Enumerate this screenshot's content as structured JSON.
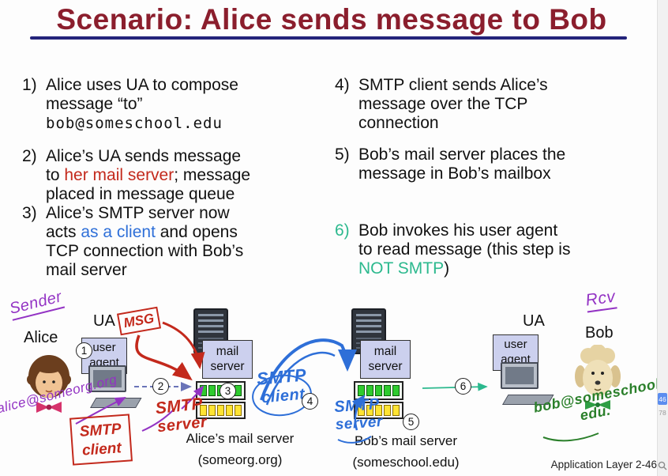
{
  "title": "Scenario: Alice sends message to Bob",
  "steps": {
    "s1": {
      "num": "1)",
      "l1": "Alice uses UA to compose",
      "l2": "message “to”",
      "l3": "bob@someschool.edu"
    },
    "s2": {
      "num": "2)",
      "l1": "Alice’s UA sends message",
      "l2a": "to ",
      "l2b": "her mail server",
      "l2c": "; message",
      "l3": "placed in message queue"
    },
    "s3": {
      "num": "3)",
      "l1": "Alice’s SMTP server now",
      "l2a": "acts ",
      "l2b": "as a client",
      "l2c": " and opens",
      "l3": "TCP connection with Bob’s",
      "l4": "mail server"
    },
    "s4": {
      "num": "4)",
      "l1": "SMTP client sends Alice’s",
      "l2": "message over the TCP",
      "l3": "connection"
    },
    "s5": {
      "num": "5)",
      "l1": "Bob’s mail server places the",
      "l2": "message in Bob’s mailbox"
    },
    "s6": {
      "num": "6)",
      "l1": "Bob invokes his user agent",
      "l2": "to read message (this step is",
      "l3a": "NOT SMTP",
      "l3b": ")"
    }
  },
  "diagram": {
    "sender_note": "Sender",
    "rcv_note": "Rcv",
    "alice": "Alice",
    "bob": "Bob",
    "ua": "UA",
    "user_agent": "user agent",
    "mail_server": "mail server",
    "msg_note": "MSG",
    "smtp": "SMTP",
    "client": "client",
    "server": "server",
    "alice_email": "alice@someorg.org",
    "bob_email_line1": "bob@someschool.",
    "bob_email_line2": "edu.",
    "alice_server_name": "Alice’s mail server",
    "alice_server_domain": "(someorg.org)",
    "bob_server_name": "Bob’s mail server",
    "bob_server_domain": "(someschool.edu)",
    "badges": [
      "1",
      "2",
      "3",
      "4",
      "5",
      "6"
    ]
  },
  "footer": "Application Layer 2-46",
  "viewer": {
    "page_current": "46",
    "page_total": "78"
  },
  "colors": {
    "title": "#8b1e2d",
    "underline": "#23237a",
    "annotation_red": "#c3291c",
    "annotation_blue": "#2e6fd8",
    "annotation_purple": "#9333c4",
    "annotation_green": "#2a7f2a",
    "step6_teal": "#2cb98e",
    "server_box_fill": "#ccd0ee",
    "queue_green": "#2ecc2e",
    "mailbox_yellow": "#ffe433"
  }
}
